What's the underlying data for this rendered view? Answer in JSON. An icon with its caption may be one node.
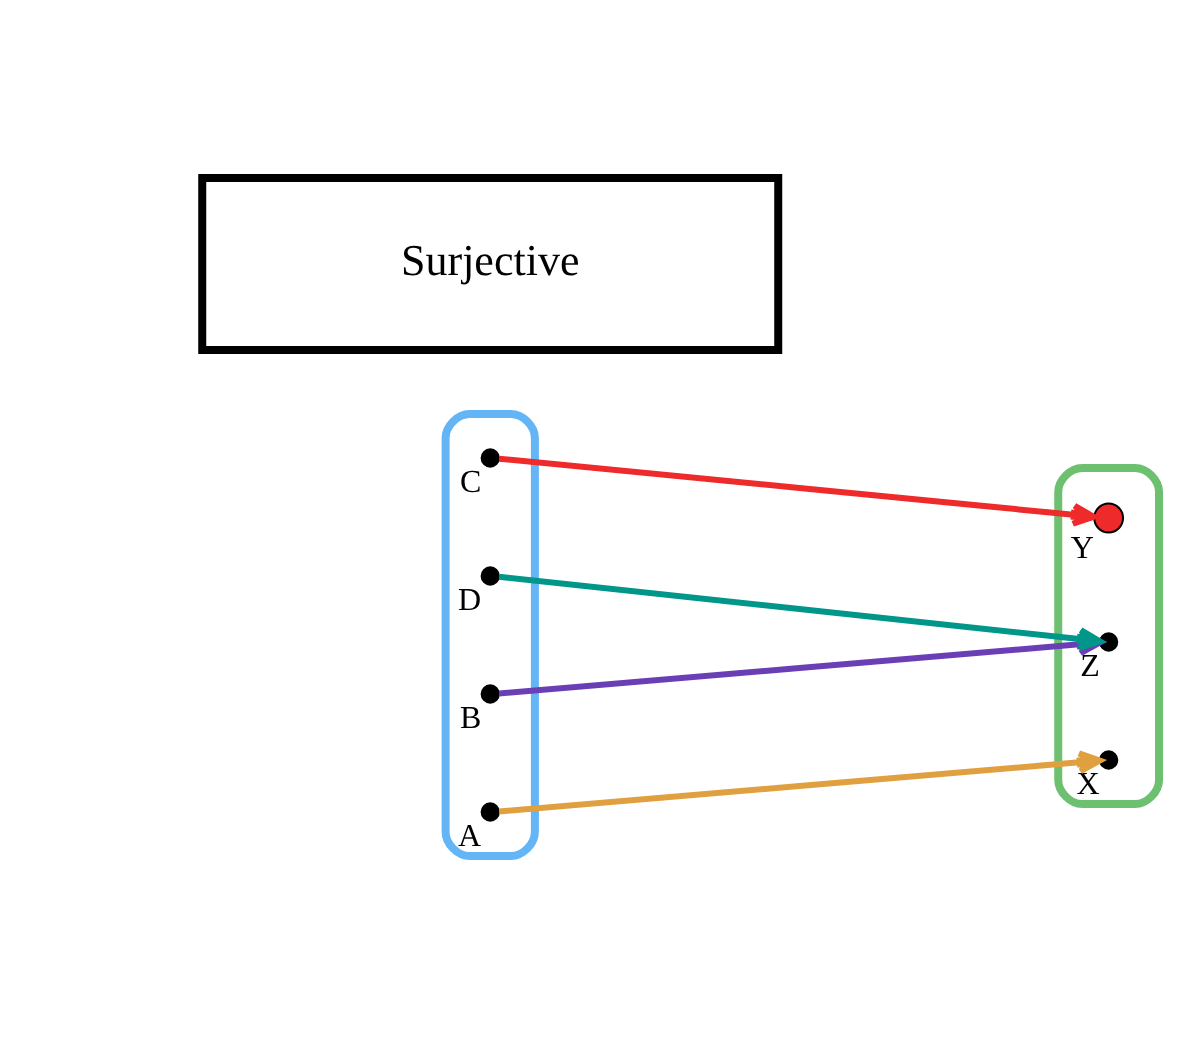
{
  "diagram": {
    "nodes": [
      {
        "text": [],
        "shape": "ellipse"
      },
      {
        "text": [],
        "shape": "circle",
        "beside": [
          "A"
        ],
        "in": 0
      },
      {
        "text": [],
        "shape": "circle",
        "beside": [
          "B"
        ],
        "in": 0
      },
      {
        "text": [],
        "shape": "circle",
        "beside": [
          "C"
        ],
        "in": 0
      },
      {
        "text": [],
        "shape": "circle",
        "beside": [
          "D"
        ],
        "in": 0
      },
      {
        "text": [],
        "shape": "ellipse"
      },
      {
        "text": [],
        "shape": "circle",
        "beside": [
          "X"
        ],
        "in": 5
      },
      {
        "text": [],
        "shape": "circle",
        "beside": [
          "Y"
        ],
        "in": 5
      },
      {
        "text": [],
        "shape": "circle",
        "beside": [
          "Z"
        ],
        "in": 5
      },
      {
        "text": [
          "Surjective"
        ]
      }
    ],
    "edges": [
      {
        "from": 1,
        "to": 6,
        "arrow": "to",
        "color": "#e0a040"
      },
      {
        "from": 2,
        "to": 8,
        "arrow": "to",
        "color": "#6a3fb5"
      },
      {
        "from": 3,
        "to": 7,
        "arrow": "to",
        "color": "#ee2a2a"
      },
      {
        "from": 4,
        "to": 8,
        "arrow": "to",
        "color": "#00968a"
      }
    ]
  }
}
